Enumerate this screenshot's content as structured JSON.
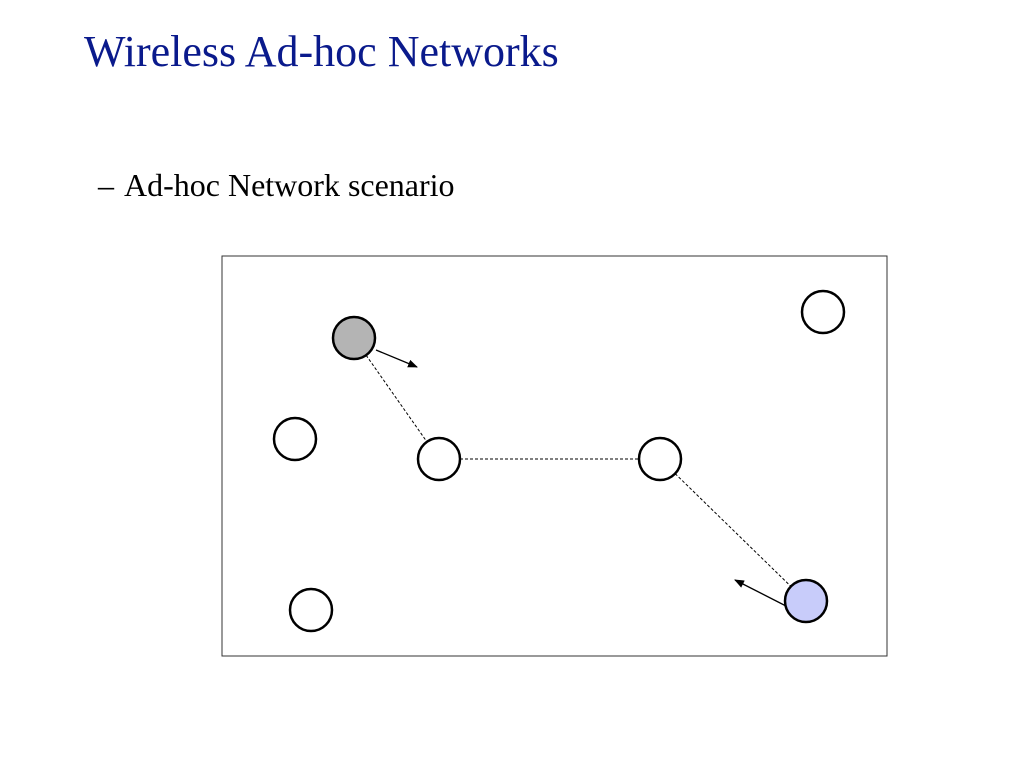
{
  "slide": {
    "title": "Wireless Ad-hoc Networks",
    "bullet_marker": "–",
    "bullet_text": "Ad-hoc Network scenario"
  },
  "diagram": {
    "colors": {
      "text_title": "#0a1a8c",
      "frame_stroke": "#333333",
      "node_stroke": "#000000",
      "node_default_fill": "#ffffff",
      "source_node_fill": "#b4b4b4",
      "destination_node_fill": "#c8ccfa",
      "link": "#000000"
    },
    "nodes": [
      {
        "id": "source",
        "role": "source"
      },
      {
        "id": "relay-1",
        "role": "relay"
      },
      {
        "id": "relay-2",
        "role": "relay"
      },
      {
        "id": "destination",
        "role": "destination"
      },
      {
        "id": "idle-top-right",
        "role": "idle"
      },
      {
        "id": "idle-left-middle",
        "role": "idle"
      },
      {
        "id": "idle-left-bottom",
        "role": "idle"
      }
    ],
    "links": [
      {
        "from": "source",
        "to": "relay-1",
        "style": "dashed"
      },
      {
        "from": "relay-1",
        "to": "relay-2",
        "style": "dashed"
      },
      {
        "from": "relay-2",
        "to": "destination",
        "style": "dashed"
      }
    ],
    "movement_arrows": [
      {
        "node": "source",
        "direction": "down-right"
      },
      {
        "node": "destination",
        "direction": "up-left"
      }
    ]
  }
}
